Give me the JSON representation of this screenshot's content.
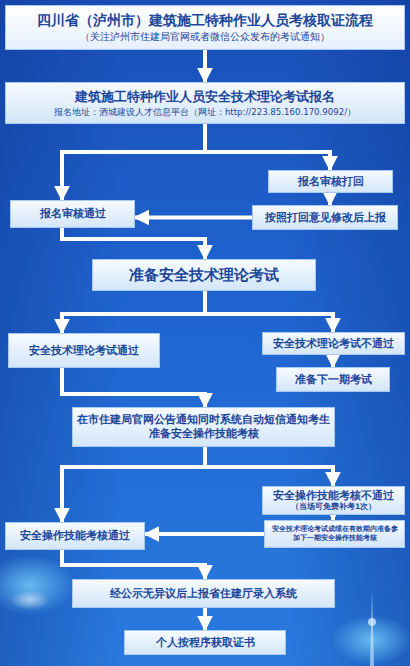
{
  "diagram": {
    "nodes": [
      {
        "text": [
          "四川省（泸州市）建筑施工特种作业人员考核取证流程",
          "（关注泸州市住建局官网或者微信公众发布的考试通知）"
        ]
      },
      {
        "text": [
          "建筑施工特种作业人员安全技术理论考试报名",
          "报名地址：酒城建设人才信息平台（网址：http://223.85.160.170.9092/）"
        ]
      },
      {
        "text": [
          "报名审核打回"
        ]
      },
      {
        "text": [
          "按照打回意见修改后上报"
        ]
      },
      {
        "text": [
          "报名审核通过"
        ]
      },
      {
        "text": [
          "准备安全技术理论考试"
        ]
      },
      {
        "text": [
          "安全技术理论考试通过"
        ]
      },
      {
        "text": [
          "安全技术理论考试不通过"
        ]
      },
      {
        "text": [
          "准备下一期考试"
        ]
      },
      {
        "text": [
          "在市住建局官网公告通知同时系统自动短信通知考生准备安全操作技能考核"
        ]
      },
      {
        "text": [
          "安全操作技能考核不通过",
          "（当场可免费补考1次）"
        ]
      },
      {
        "text": [
          "安全操作技能考核通过"
        ]
      },
      {
        "text": [
          "安全技术理论考试成绩在有效期内准备参加下一期安全操作技能考核"
        ]
      },
      {
        "text": [
          "经公示无异议后上报省住建厅录入系统"
        ]
      },
      {
        "text": [
          "个人按程序获取证书"
        ]
      }
    ],
    "edges": [
      {
        "from": 0,
        "to": 1,
        "arrow": "to"
      },
      {
        "from": 1,
        "to": 2,
        "arrow": "to"
      },
      {
        "from": 2,
        "to": 3,
        "arrow": "to"
      },
      {
        "from": 3,
        "to": 4,
        "arrow": "to"
      },
      {
        "from": 1,
        "to": 4,
        "arrow": "to"
      },
      {
        "from": 4,
        "to": 5,
        "arrow": "to"
      },
      {
        "from": 5,
        "to": 6,
        "arrow": "to"
      },
      {
        "from": 5,
        "to": 7,
        "arrow": "to"
      },
      {
        "from": 7,
        "to": 8,
        "arrow": "to"
      },
      {
        "from": 6,
        "to": 9,
        "arrow": "to"
      },
      {
        "from": 9,
        "to": 11,
        "arrow": "to"
      },
      {
        "from": 9,
        "to": 10,
        "arrow": "to"
      },
      {
        "from": 10,
        "to": 12,
        "arrow": "to"
      },
      {
        "from": 12,
        "to": 11,
        "arrow": "to"
      },
      {
        "from": 11,
        "to": 13,
        "arrow": "to"
      },
      {
        "from": 13,
        "to": 14,
        "arrow": "to"
      }
    ]
  }
}
